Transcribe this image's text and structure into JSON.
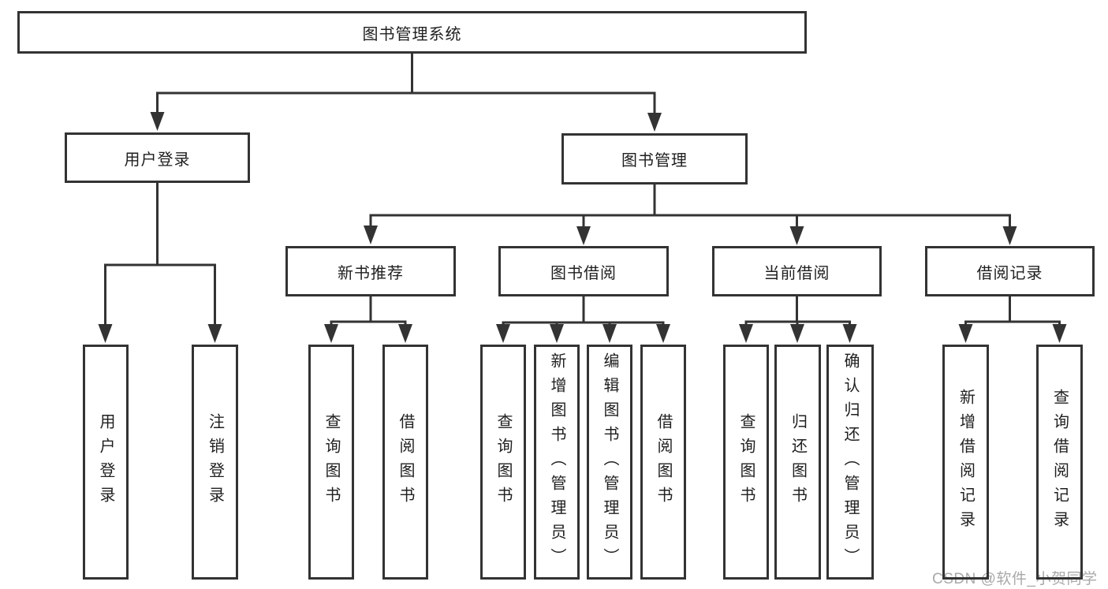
{
  "root": {
    "label": "图书管理系统"
  },
  "user_branch": {
    "label": "用户登录",
    "children": [
      {
        "label": "用户登录"
      },
      {
        "label": "注销登录"
      }
    ]
  },
  "book_branch": {
    "label": "图书管理",
    "sections": [
      {
        "label": "新书推荐",
        "children": [
          {
            "label": "查询图书"
          },
          {
            "label": "借阅图书"
          }
        ]
      },
      {
        "label": "图书借阅",
        "children": [
          {
            "label": "查询图书"
          },
          {
            "label": "新增图书（管理员）"
          },
          {
            "label": "编辑图书（管理员）"
          },
          {
            "label": "借阅图书"
          }
        ]
      },
      {
        "label": "当前借阅",
        "children": [
          {
            "label": "查询图书"
          },
          {
            "label": "归还图书"
          },
          {
            "label": "确认归还（管理员）"
          }
        ]
      },
      {
        "label": "借阅记录",
        "children": [
          {
            "label": "新增借阅记录"
          },
          {
            "label": "查询借阅记录"
          }
        ]
      }
    ]
  },
  "watermark": {
    "text": "CSDN @软件_小贺同学"
  },
  "colors": {
    "line": "#333333",
    "box_border": "#333333",
    "text": "#1f1f1f",
    "watermark": "#a9a9a9",
    "background": "#ffffff"
  }
}
